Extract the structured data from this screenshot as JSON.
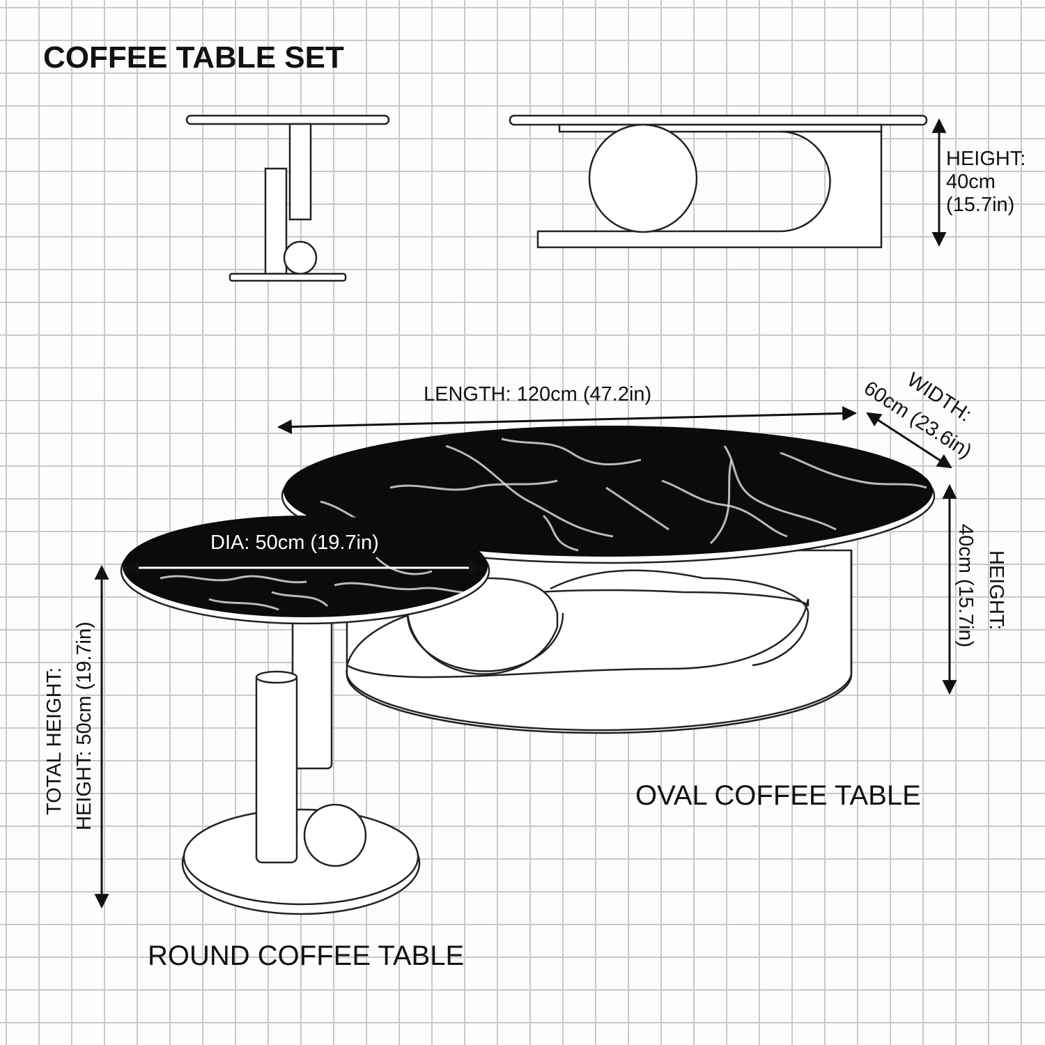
{
  "title": "COFFEE TABLE SET",
  "labels": {
    "side_height_1": "HEIGHT:",
    "side_height_2": "40cm",
    "side_height_3": "(15.7in)",
    "length": "LENGTH: 120cm (47.2in)",
    "width_1": "WIDTH:",
    "width_2": "60cm (23.6in)",
    "height_1": "HEIGHT:",
    "height_2": "40cm (15.7in)",
    "dia": "DIA: 50cm (19.7in)",
    "total_1": "TOTAL HEIGHT:",
    "total_2": "HEIGHT: 50cm (19.7in)",
    "oval": "OVAL COFFEE TABLE",
    "round": "ROUND COFFEE TABLE"
  },
  "colors": {
    "marble": "#0b0b0b",
    "vein": "#d9d9d9",
    "grid": "#c9c9c9"
  }
}
